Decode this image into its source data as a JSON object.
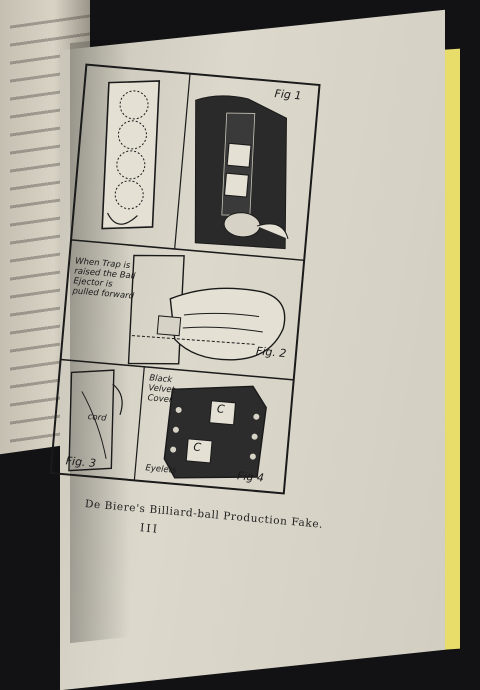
{
  "caption": "De Biere's Billiard-ball Production Fake.",
  "page_number": "III",
  "figure_labels": {
    "fig1": "Fig 1",
    "fig2": "Fig. 2",
    "fig3": "Fig. 3",
    "fig4": "Fig 4"
  },
  "annotations": {
    "trap_note": "When Trap is raised the Ball Ejector is pulled forward",
    "cover_note": "Black Velvet Cover",
    "cord": "cord",
    "eyelets": "Eyelets",
    "letter_c": "C"
  },
  "colors": {
    "page": "#d6d2c5",
    "ink": "#1a1a1a",
    "book_edge": "#e8dd6a",
    "background": "#121214"
  }
}
